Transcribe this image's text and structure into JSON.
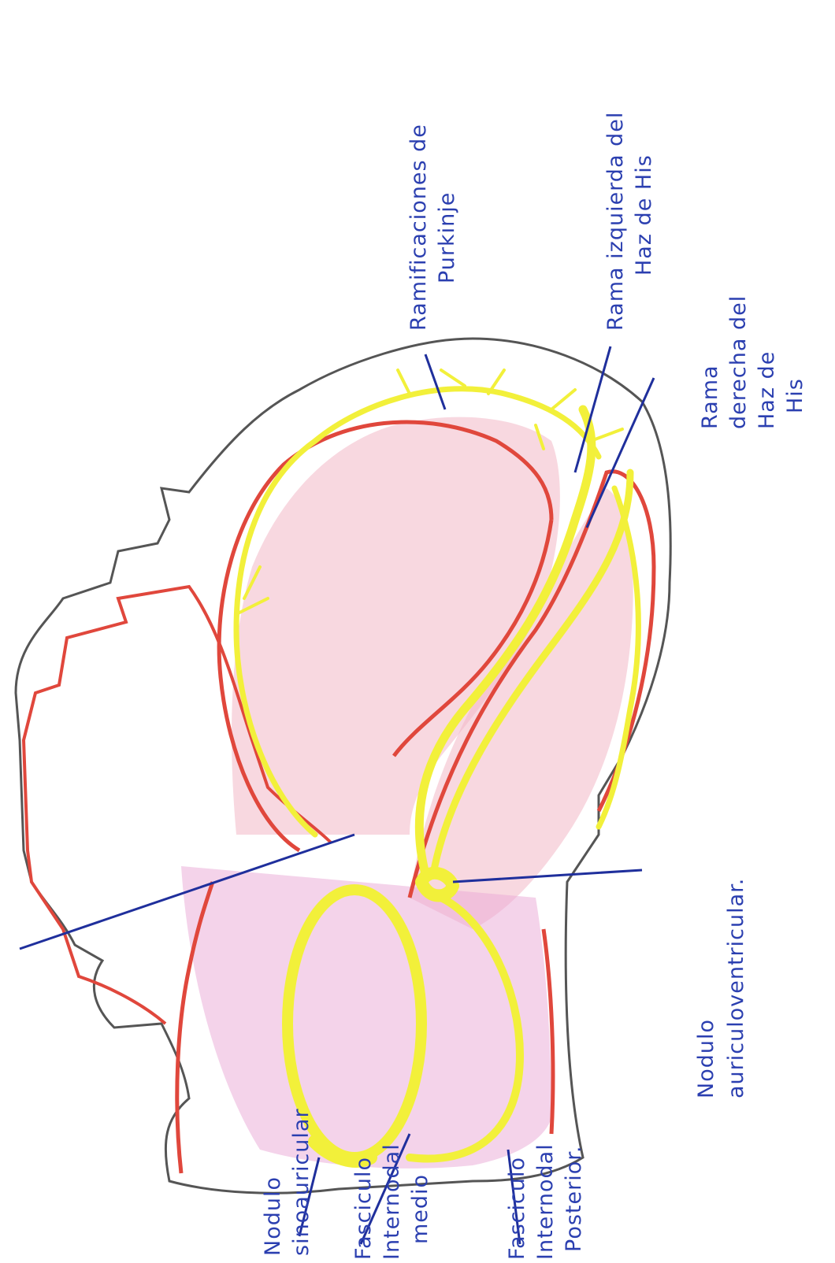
{
  "labels": {
    "purkinje": {
      "line1": "Ramificaciones de",
      "line2": "Purkinje"
    },
    "left_branch": {
      "line1": "Rama izquierda del",
      "line2": "Haz de His"
    },
    "right_branch": {
      "line1": "Rama",
      "line2": "derecha del",
      "line3": "Haz de",
      "line4": "His"
    },
    "av_node": {
      "line1": "Nodulo",
      "line2": "auriculoventricular."
    },
    "sa_node": {
      "line1": "Nodulo",
      "line2": "sinoauricular"
    },
    "middle_tract": {
      "line1": "Fasciculo",
      "line2": "Internodal",
      "line3": "medio"
    },
    "posterior_tract": {
      "line1": "Fasciculo",
      "line2": "Internodal",
      "line3": "Posterior."
    }
  },
  "colors": {
    "outline": "#555555",
    "wall": "#e0473c",
    "chamber_fill": "#f2b8c6",
    "conduction": "#f2f03a",
    "leader": "#1f2f9c",
    "label": "#2b3fb0"
  }
}
